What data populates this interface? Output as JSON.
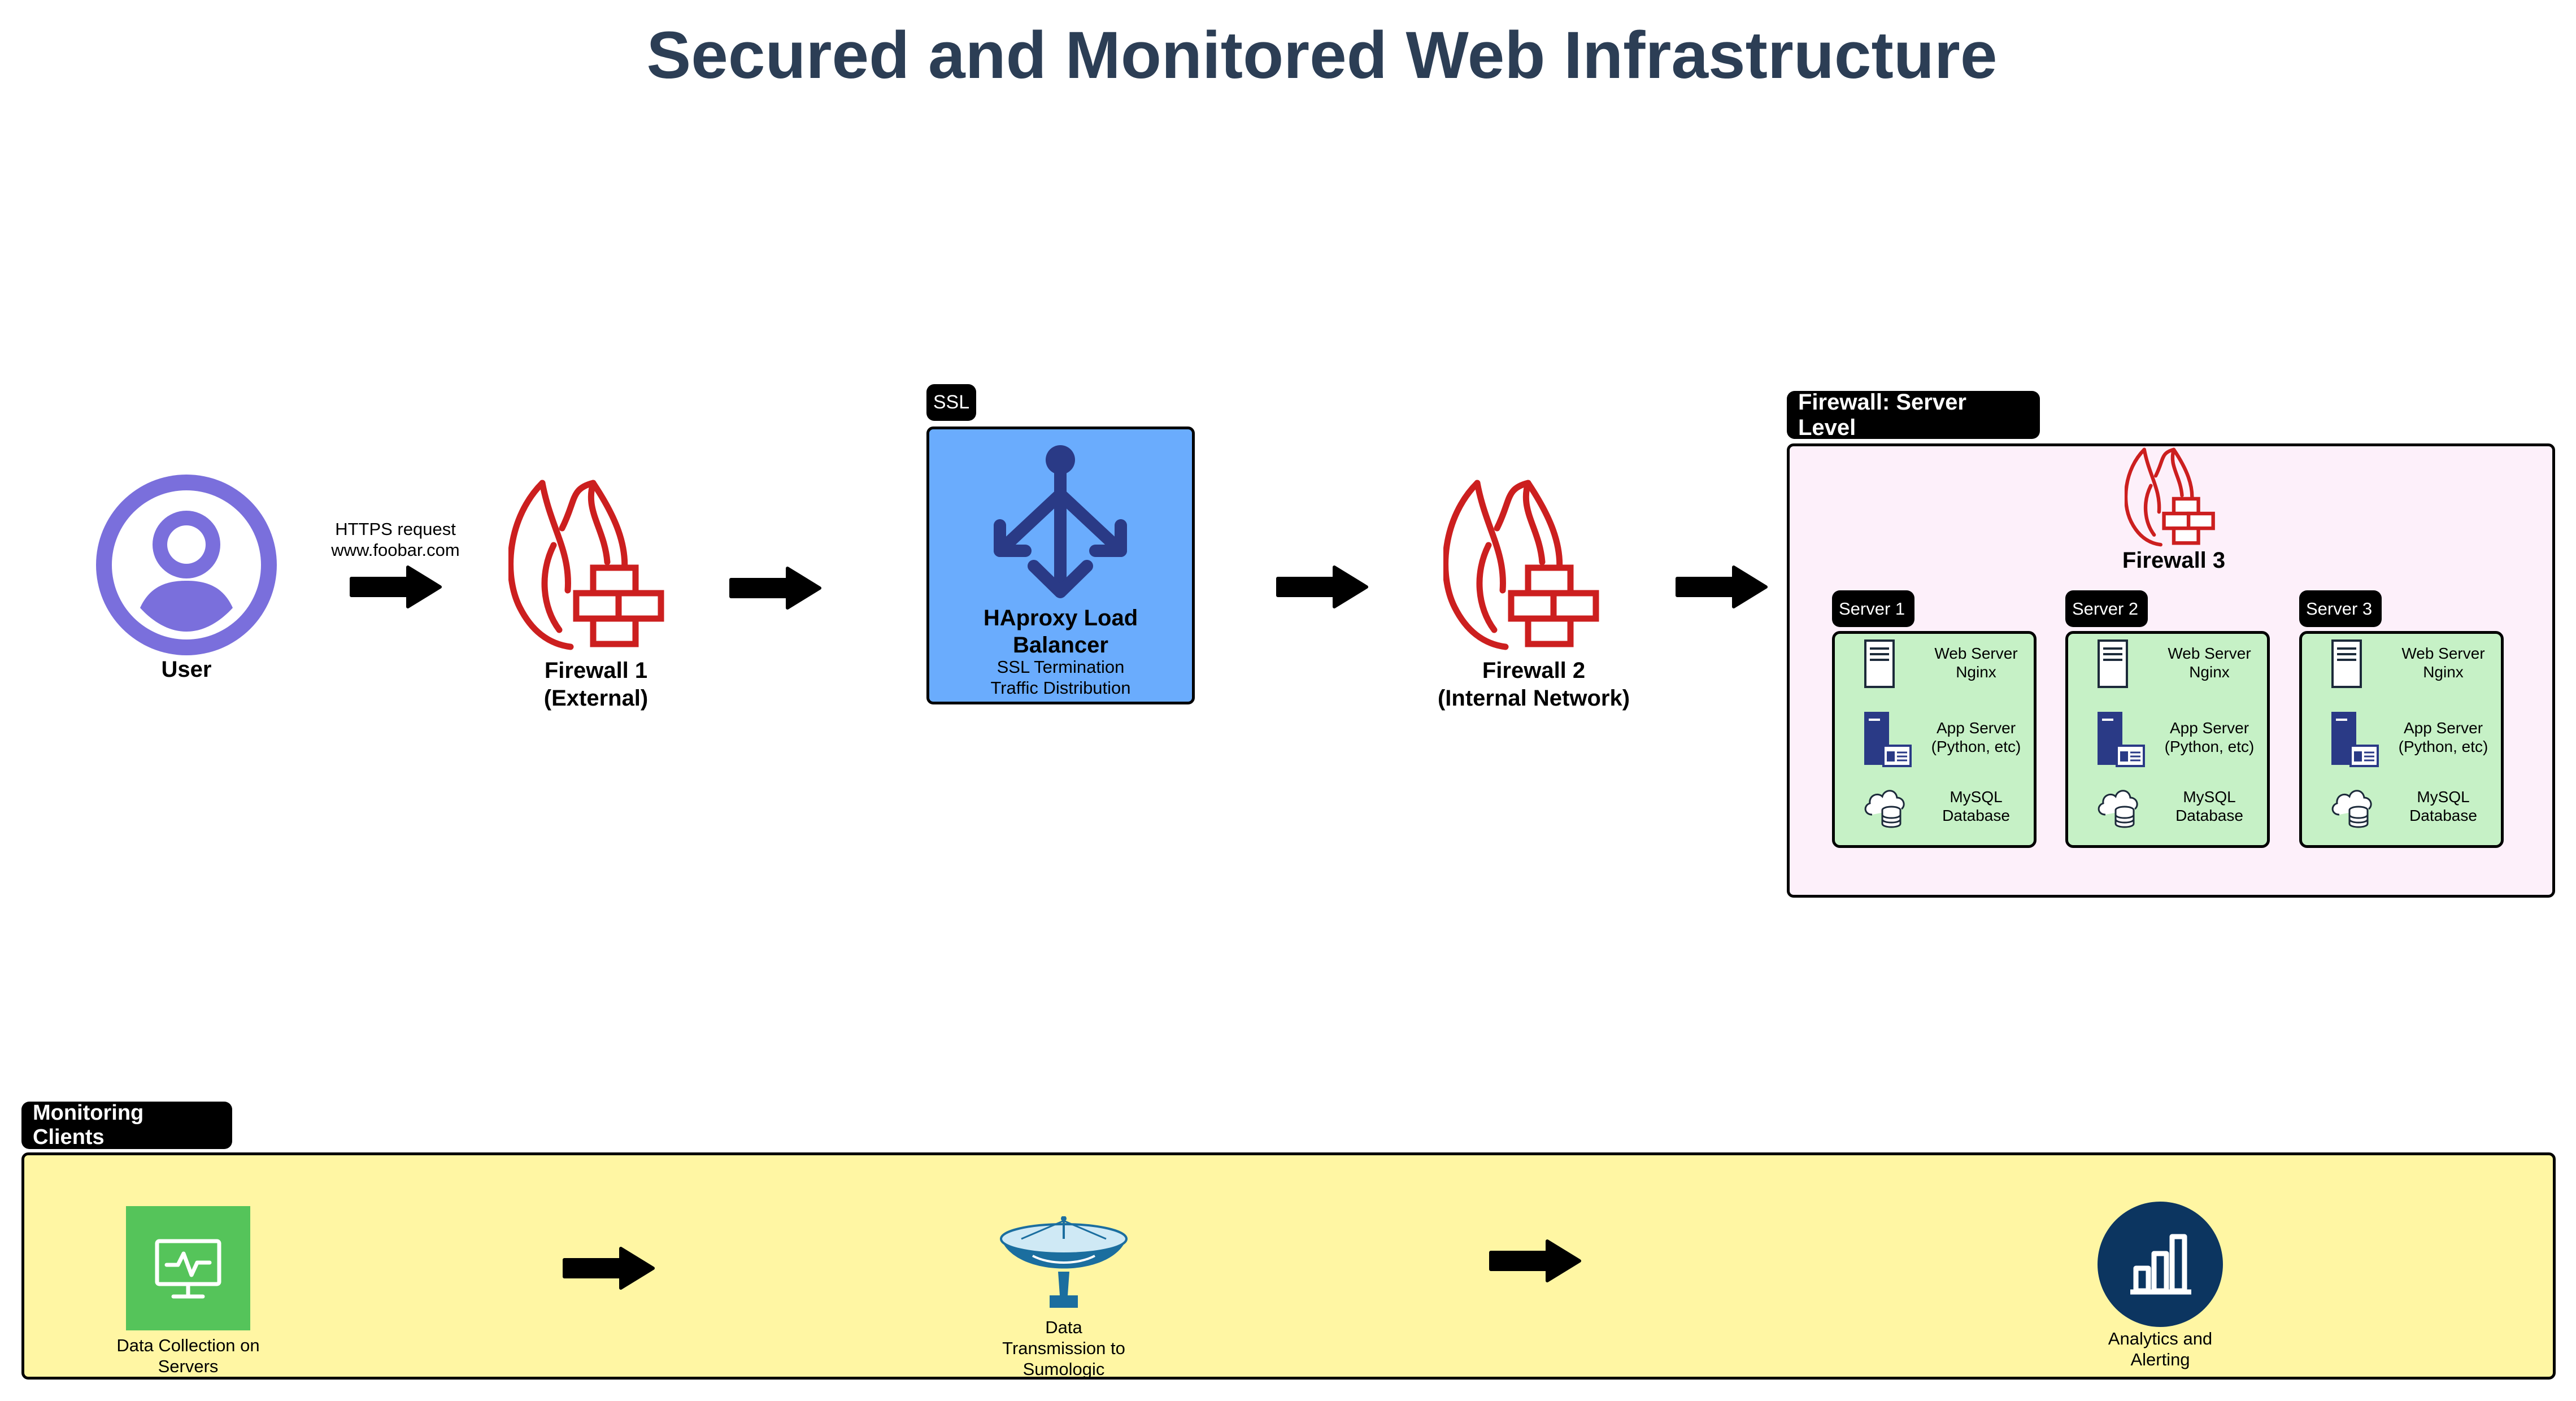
{
  "title": "Secured and Monitored Web Infrastructure",
  "user": {
    "label": "User",
    "icon": "user-icon"
  },
  "request": {
    "line1": "HTTPS request",
    "line2": "www.foobar.com"
  },
  "firewall1": {
    "line1": "Firewall 1",
    "line2": "(External)",
    "icon": "firewall-icon"
  },
  "ssl_tag": "SSL",
  "load_balancer": {
    "line1": "HAproxy Load",
    "line2": "Balancer",
    "sub1": "SSL Termination",
    "sub2": "Traffic Distribution",
    "icon": "load-balancer-icon"
  },
  "firewall2": {
    "line1": "Firewall 2",
    "line2": "(Internal Network)",
    "icon": "firewall-icon"
  },
  "server_level": {
    "tag": "Firewall: Server Level",
    "firewall3": "Firewall 3",
    "servers": [
      {
        "name": "Server 1"
      },
      {
        "name": "Server 2"
      },
      {
        "name": "Server 3"
      }
    ],
    "web": {
      "line1": "Web Server",
      "line2": "Nginx",
      "icon": "web-server-icon"
    },
    "app": {
      "line1": "App Server",
      "line2": "(Python, etc)",
      "icon": "app-server-icon"
    },
    "db": {
      "line1": "MySQL",
      "line2": "Database",
      "icon": "database-icon"
    }
  },
  "monitoring": {
    "tag": "Monitoring Clients",
    "collection": {
      "line1": "Data Collection on",
      "line2": "Servers",
      "icon": "monitor-icon"
    },
    "transmission": {
      "line1": "Data",
      "line2": "Transmission to",
      "line3": "Sumologic",
      "icon": "satellite-dish-icon"
    },
    "analytics": {
      "line1": "Analytics and",
      "line2": "Alerting",
      "icon": "analytics-chart-icon"
    }
  },
  "colors": {
    "title": "#2c3e55",
    "user_icon": "#7a6fdc",
    "firewall": "#cc1f1f",
    "load_balancer_bg": "#6aacfd",
    "load_balancer_icon": "#2a3a86",
    "server_level_bg": "#fdf0fa",
    "server_bg": "#c6f1c6",
    "monitoring_bg": "#fff6a3",
    "collection_bg": "#55c45a",
    "analytics_bg": "#0c3560"
  }
}
